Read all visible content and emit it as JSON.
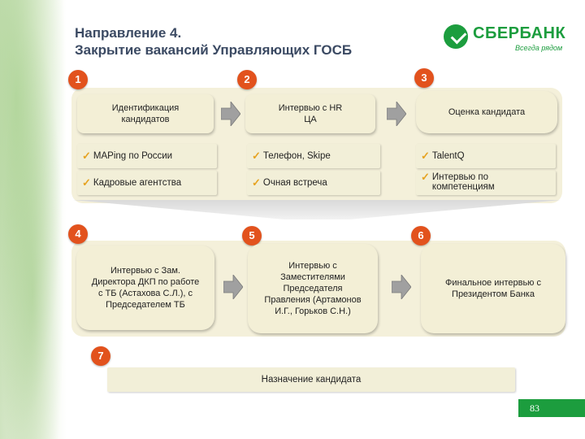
{
  "title": {
    "line1": "Направление 4.",
    "line2": "Закрытие вакансий Управляющих ГОСБ"
  },
  "logo": {
    "name": "СБЕРБАНК",
    "tagline": "Всегда рядом"
  },
  "colors": {
    "accent_orange": "#e2521d",
    "brand_green": "#1c9d3e",
    "box_fill": "#f3efd6",
    "check_color": "#e6a321"
  },
  "steps": {
    "s1": "1",
    "s2": "2",
    "s3": "3",
    "s4": "4",
    "s5": "5",
    "s6": "6",
    "s7": "7"
  },
  "top_boxes": {
    "b1": "Идентификация кандидатов",
    "b2": "Интервью с HR ЦА",
    "b3": "Оценка кандидата"
  },
  "bars": {
    "c1r1": "MAPing по России",
    "c1r2": "Кадровые агентства",
    "c2r1": "Телефон, Skipe",
    "c2r2": "Очная встреча",
    "c3r1": "TalentQ",
    "c3r2": "Интервью по компетенциям"
  },
  "middle_boxes": {
    "b4": "Интервью с Зам. Директора ДКП по работе с ТБ (Астахова С.Л.), с Председателем ТБ",
    "b5": "Интервью с Заместителями Председателя Правления (Артамонов И.Г., Горьков С.Н.)",
    "b6": "Финальное интервью с Президентом Банка"
  },
  "final_box": "Назначение кандидата",
  "page_number": "83",
  "icons": {
    "check": "✓",
    "arrow": "arrow-right-icon",
    "logo": "sberbank-logo-icon"
  }
}
